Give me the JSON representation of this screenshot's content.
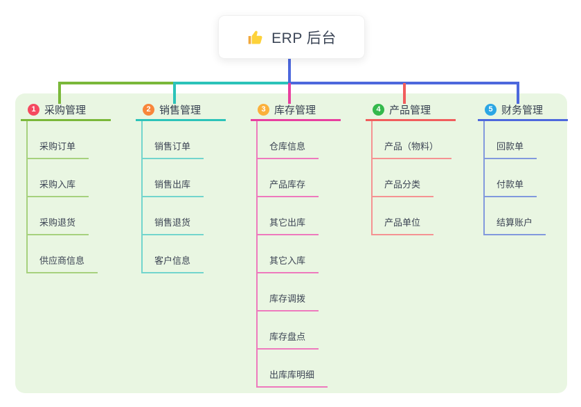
{
  "root": {
    "label": "ERP 后台",
    "icon": "thumbs-up-icon"
  },
  "connector_color": "#4d68dd",
  "panel_bg": "#e9f6e2",
  "branches": [
    {
      "index": "1",
      "label": "采购管理",
      "badge_color": "#f5495f",
      "line_color": "#7ab83a",
      "child_line_color": "#a6d17d",
      "children": [
        "采购订单",
        "采购入库",
        "采购退货",
        "供应商信息"
      ]
    },
    {
      "index": "2",
      "label": "销售管理",
      "badge_color": "#f8863b",
      "line_color": "#2cc3b9",
      "child_line_color": "#72d5cd",
      "children": [
        "销售订单",
        "销售出库",
        "销售退货",
        "客户信息"
      ]
    },
    {
      "index": "3",
      "label": "库存管理",
      "badge_color": "#fbb03b",
      "line_color": "#e83f9f",
      "child_line_color": "#ee79bd",
      "children": [
        "仓库信息",
        "产品库存",
        "其它出库",
        "其它入库",
        "库存调拨",
        "库存盘点",
        "出库库明细"
      ]
    },
    {
      "index": "4",
      "label": "产品管理",
      "badge_color": "#34b94c",
      "line_color": "#f15d5d",
      "child_line_color": "#f59292",
      "children": [
        "产品（物料）",
        "产品分类",
        "产品单位"
      ]
    },
    {
      "index": "5",
      "label": "财务管理",
      "badge_color": "#2ba6e4",
      "line_color": "#4d68dd",
      "child_line_color": "#8199dd",
      "children": [
        "回款单",
        "付款单",
        "结算账户"
      ]
    }
  ]
}
